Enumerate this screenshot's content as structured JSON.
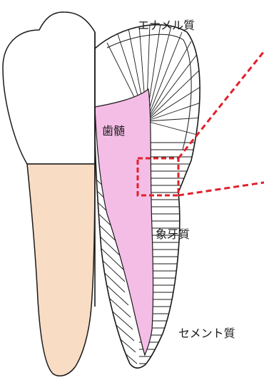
{
  "labels": {
    "enamel": "エナメル質",
    "pulp": "歯髄",
    "dentin": "象牙質",
    "cementum": "セメント質"
  },
  "colors": {
    "root_fill": "#f8dcc4",
    "pulp_fill": "#f4bde6",
    "outline": "#1a1a1a",
    "zoom_box": "#e0202a"
  }
}
